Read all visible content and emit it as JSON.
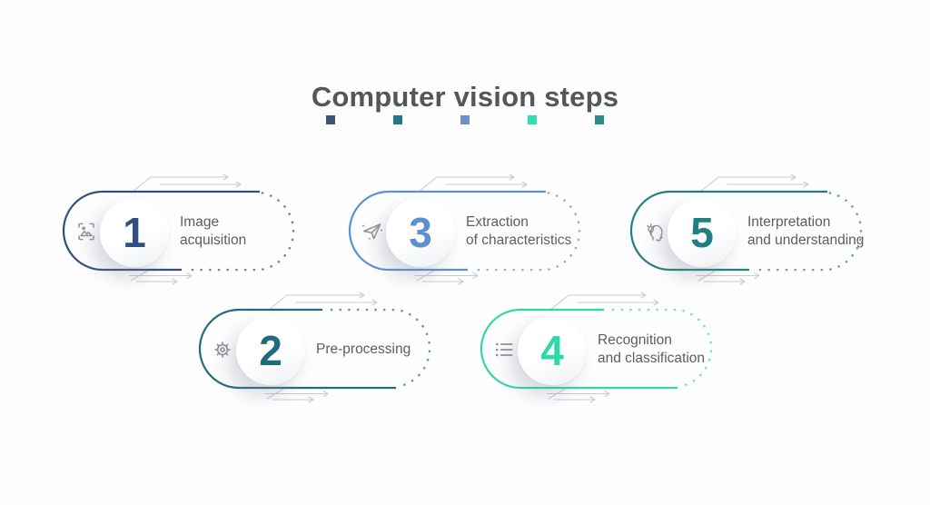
{
  "title": "Computer vision steps",
  "palette_squares": [
    "#3d5278",
    "#1f7a85",
    "#6c90c9",
    "#35dcb0",
    "#2b8a8b"
  ],
  "steps": [
    {
      "number": "1",
      "line1": "Image",
      "line2": "acquisition",
      "color": "#31507f",
      "icon": "image-scan-icon"
    },
    {
      "number": "2",
      "line1": "Pre-processing",
      "line2": "",
      "color": "#226b7c",
      "icon": "gear-icon"
    },
    {
      "number": "3",
      "line1": "Extraction",
      "line2": "of characteristics",
      "color": "#5d8fd1",
      "icon": "paper-plane-icon"
    },
    {
      "number": "4",
      "line1": "Recognition",
      "line2": "and classification",
      "color": "#2fd8ab",
      "icon": "bullet-list-icon"
    },
    {
      "number": "5",
      "line1": "Interpretation",
      "line2": "and understanding",
      "color": "#227f81",
      "icon": "head-idea-icon"
    }
  ]
}
